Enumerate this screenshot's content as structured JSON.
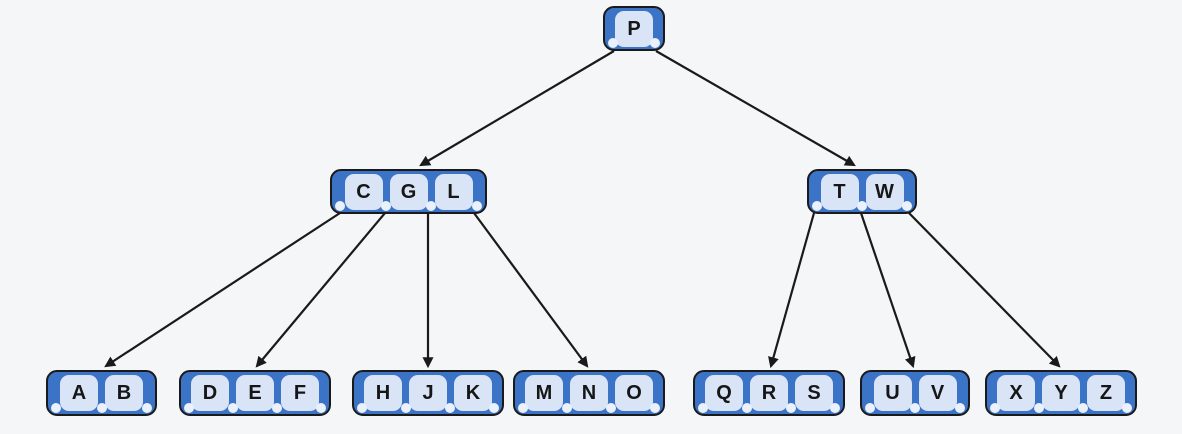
{
  "diagram": {
    "background": "#f5f6f7",
    "colors": {
      "node_fill": "#3b73c7",
      "node_border": "#1a1a1a",
      "key_fill": "#d9e4f7",
      "key_text": "#161616",
      "pointer_dot": "#ebf1fb",
      "arrow": "#1a1a1a"
    },
    "nodes": [
      {
        "id": "P",
        "keys": [
          "P"
        ],
        "pointer_count": 2
      },
      {
        "id": "CGL",
        "keys": [
          "C",
          "G",
          "L"
        ],
        "pointer_count": 4
      },
      {
        "id": "TW",
        "keys": [
          "T",
          "W"
        ],
        "pointer_count": 3
      },
      {
        "id": "AB",
        "keys": [
          "A",
          "B"
        ],
        "pointer_count": 3
      },
      {
        "id": "DEF",
        "keys": [
          "D",
          "E",
          "F"
        ],
        "pointer_count": 4
      },
      {
        "id": "HJK",
        "keys": [
          "H",
          "J",
          "K"
        ],
        "pointer_count": 4
      },
      {
        "id": "MNO",
        "keys": [
          "M",
          "N",
          "O"
        ],
        "pointer_count": 4
      },
      {
        "id": "QRS",
        "keys": [
          "Q",
          "R",
          "S"
        ],
        "pointer_count": 4
      },
      {
        "id": "UV",
        "keys": [
          "U",
          "V"
        ],
        "pointer_count": 3
      },
      {
        "id": "XYZ",
        "keys": [
          "X",
          "Y",
          "Z"
        ],
        "pointer_count": 4
      }
    ],
    "edges": [
      {
        "from": "P",
        "to": "CGL"
      },
      {
        "from": "P",
        "to": "TW"
      },
      {
        "from": "CGL",
        "to": "AB"
      },
      {
        "from": "CGL",
        "to": "DEF"
      },
      {
        "from": "CGL",
        "to": "HJK"
      },
      {
        "from": "CGL",
        "to": "MNO"
      },
      {
        "from": "TW",
        "to": "QRS"
      },
      {
        "from": "TW",
        "to": "UV"
      },
      {
        "from": "TW",
        "to": "XYZ"
      }
    ]
  }
}
